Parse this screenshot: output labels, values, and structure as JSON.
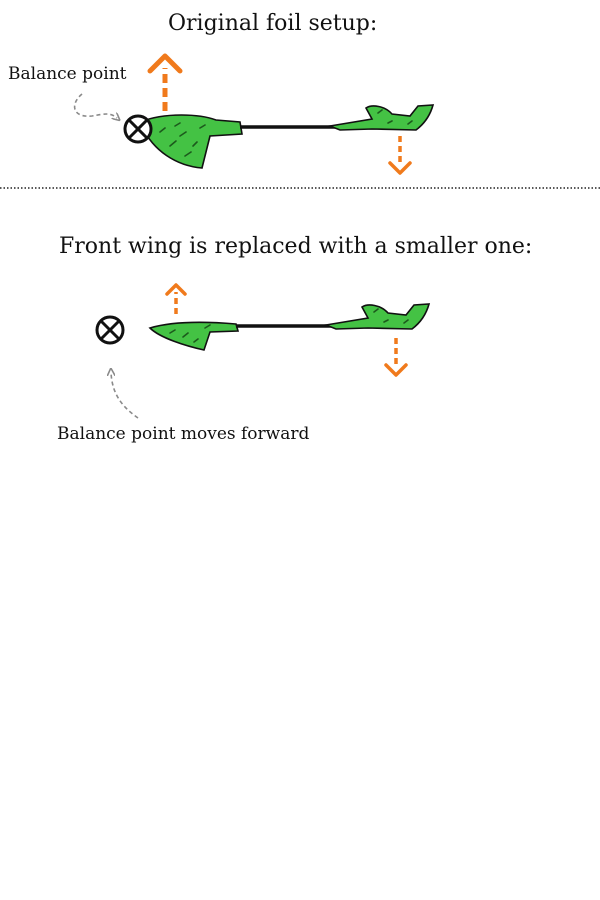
{
  "panels": [
    {
      "title": "Original foil setup:",
      "annotation": "Balance point"
    },
    {
      "title": "Front wing is replaced with a smaller one:",
      "annotation": "Balance point moves forward"
    }
  ],
  "colors": {
    "wing_fill": "#44c244",
    "wing_spots": "#1c5a1c",
    "outline": "#111111",
    "force_arrow": "#f07a1c",
    "pointer_arrow": "#8a8a8a",
    "divider": "#222222"
  },
  "icons": {
    "balance_point": "crossed-circle-icon",
    "force_up": "up-arrow-icon",
    "force_down": "down-arrow-icon"
  }
}
